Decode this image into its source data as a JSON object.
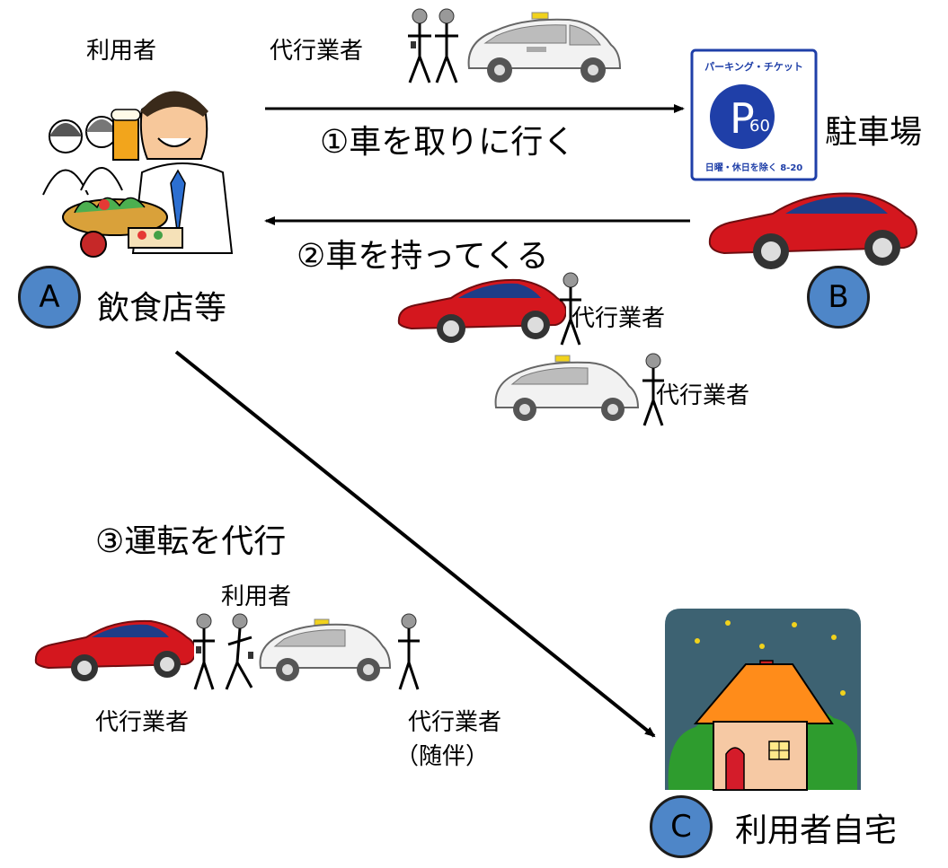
{
  "labels": {
    "user_top": "利用者",
    "agent_top": "代行業者",
    "step1": "①車を取りに行く",
    "parking_name": "駐車場",
    "step2": "②車を持ってくる",
    "restaurant": "飲食店等",
    "agent_mid1": "代行業者",
    "agent_mid2": "代行業者",
    "step3": "③運転を代行",
    "user_bottom": "利用者",
    "agent_bottom_left": "代行業者",
    "agent_bottom_right": "代行業者",
    "escort": "（随伴）",
    "home": "利用者自宅"
  },
  "nodes": {
    "A": "A",
    "B": "B",
    "C": "C"
  },
  "parking_ticket": {
    "header": "パーキング・チケット",
    "p_letter": "P",
    "minutes": "60",
    "footer": "日曜・休日を除く 8-20"
  },
  "colors": {
    "circle_fill": "#4e86c8",
    "car_red": "#d4171e",
    "taxi_white": "#f2f2f2",
    "ticket_blue": "#1f3fa8",
    "roof_orange": "#ff8c1a",
    "night_sky": "#3d6272",
    "bush_green": "#2e9c2e"
  },
  "icons": [
    "restaurant-people-icon",
    "stick-figure-icon",
    "taxi-car-icon",
    "red-sports-car-icon",
    "parking-ticket-icon",
    "house-night-icon"
  ]
}
